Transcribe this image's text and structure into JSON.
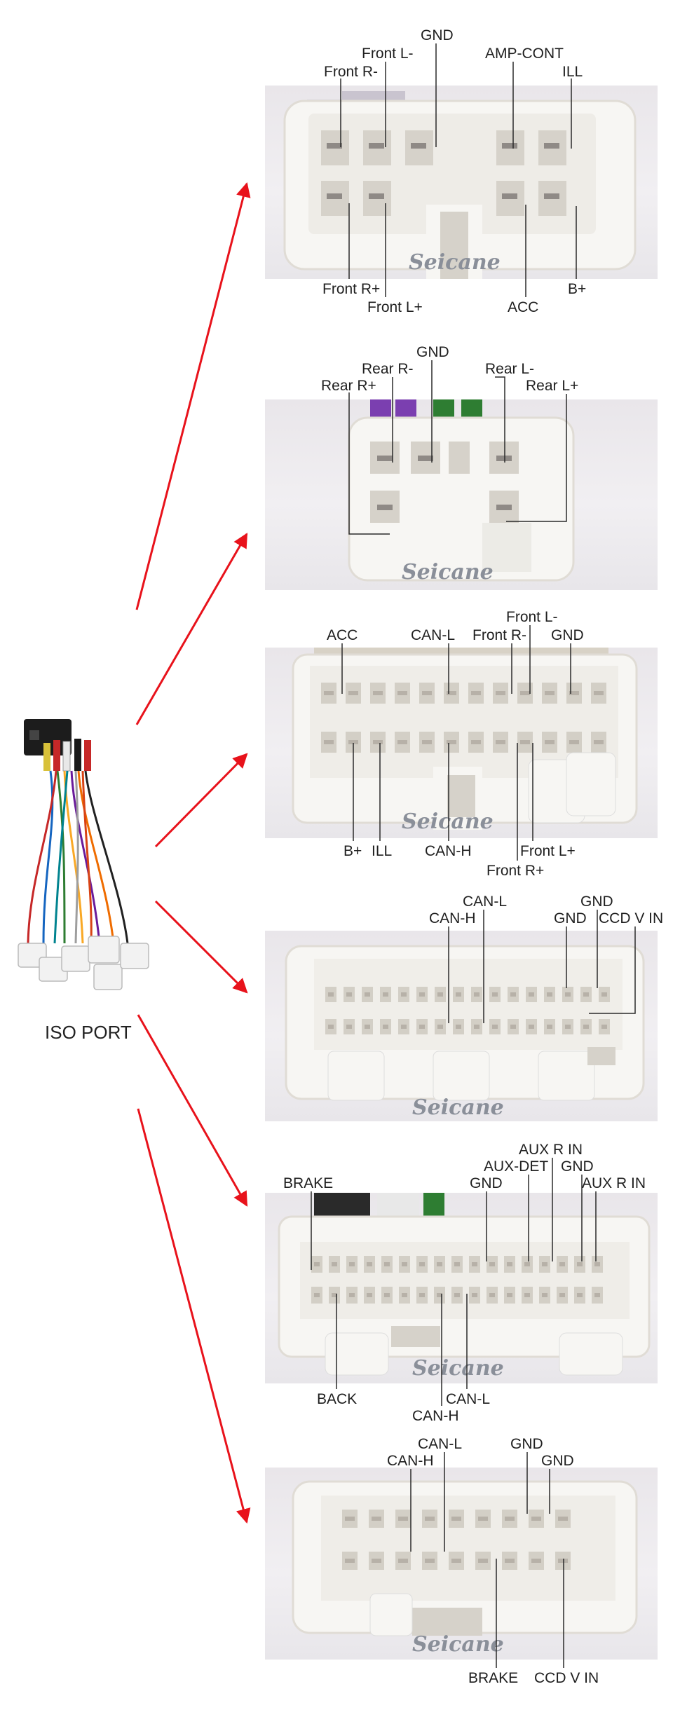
{
  "iso_port": {
    "label": "ISO PORT"
  },
  "brand": "Seicane",
  "panels": [
    {
      "id": "p1",
      "labels": [
        "GND",
        "Front L-",
        "AMP-CONT",
        "Front R-",
        "ILL",
        "Front R+",
        "B+",
        "Front L+",
        "ACC"
      ]
    },
    {
      "id": "p2",
      "labels": [
        "GND",
        "Rear R-",
        "Rear L-",
        "Rear R+",
        "Rear L+"
      ]
    },
    {
      "id": "p3",
      "labels": [
        "Front L-",
        "ACC",
        "CAN-L",
        "Front R-",
        "GND",
        "B+",
        "ILL",
        "CAN-H",
        "Front L+",
        "Front R+"
      ]
    },
    {
      "id": "p4",
      "labels": [
        "CAN-L",
        "GND",
        "CAN-H",
        "GND",
        "CCD V IN"
      ]
    },
    {
      "id": "p5",
      "labels": [
        "AUX R IN",
        "AUX-DET",
        "GND",
        "BRAKE",
        "GND",
        "AUX R IN",
        "BACK",
        "CAN-L",
        "CAN-H"
      ]
    },
    {
      "id": "p6",
      "labels": [
        "CAN-L",
        "GND",
        "CAN-H",
        "GND",
        "BRAKE",
        "CCD V IN"
      ]
    }
  ],
  "colors": {
    "arrow": "#e8121b",
    "leader": "#2a2a2a",
    "connector": "#f7f6f3"
  }
}
